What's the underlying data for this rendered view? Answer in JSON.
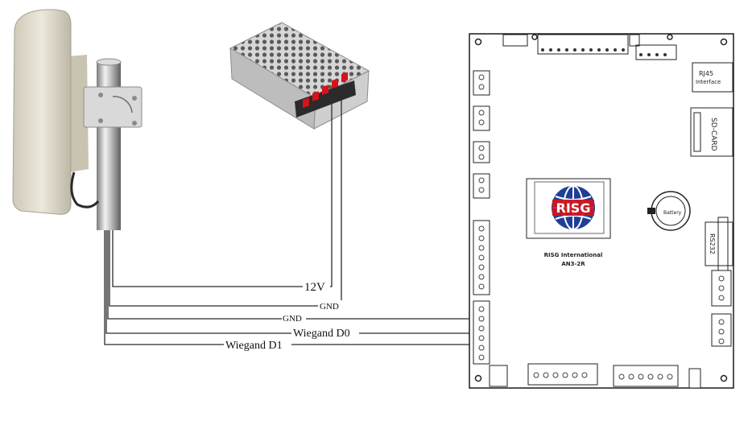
{
  "wire_labels": {
    "v12": "12V",
    "gnd_ps": "GND",
    "gnd_ctrl": "GND",
    "d0": "Wiegand D0",
    "d1": "Wiegand D1"
  },
  "controller": {
    "rj45_line1": "RJ45",
    "rj45_line2": "Interface",
    "sd_card": "SD-CARD",
    "battery": "Battery",
    "rs232": "RS232",
    "brand": "RISG International",
    "model": "AN3-2R",
    "logo_text": "RISG"
  },
  "colors": {
    "wire": "#2b2b2b",
    "board_outline": "#1a1a1a",
    "terminal_red": "#d8121b",
    "logo_blue": "#1f3f96",
    "logo_red": "#d4141c"
  }
}
